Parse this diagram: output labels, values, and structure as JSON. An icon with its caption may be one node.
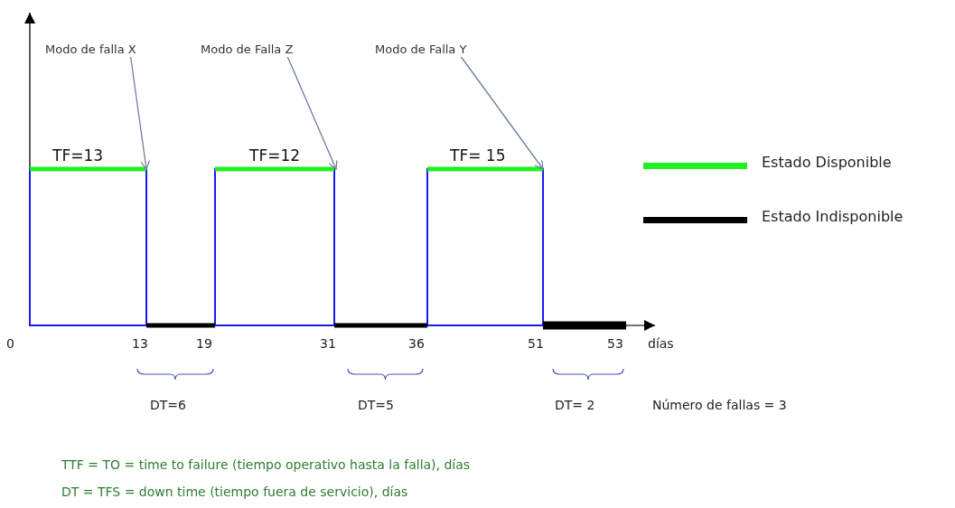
{
  "diagram": {
    "nodes": [
      {
        "text": [
          "Modo de falla  X"
        ]
      },
      {
        "text": [
          "Modo de Falla  Z"
        ]
      },
      {
        "text": [
          "Modo de Falla  Y"
        ]
      }
    ],
    "edges": [
      {
        "from": 0,
        "to": null,
        "arrow": "to"
      },
      {
        "from": 1,
        "to": null,
        "arrow": "to"
      },
      {
        "from": 2,
        "to": null,
        "arrow": "to"
      }
    ],
    "labels": [
      "TF=13",
      "TF=12",
      "TF= 15",
      "0",
      "13",
      "19",
      "31",
      "36",
      "51",
      "53",
      "días",
      "DT=6",
      "DT=5",
      "DT= 2",
      "Número de fallas = 3",
      "TTF = TO = time to failure (tiempo operativo  hasta la falla), días",
      "DT = TFS = down time (tiempo fuera de servicio),  días"
    ],
    "legend": [
      {
        "text": "Estado Disponible",
        "color": "#22ee22"
      },
      {
        "text": "Estado Indisponible",
        "color": "#000000"
      }
    ]
  }
}
